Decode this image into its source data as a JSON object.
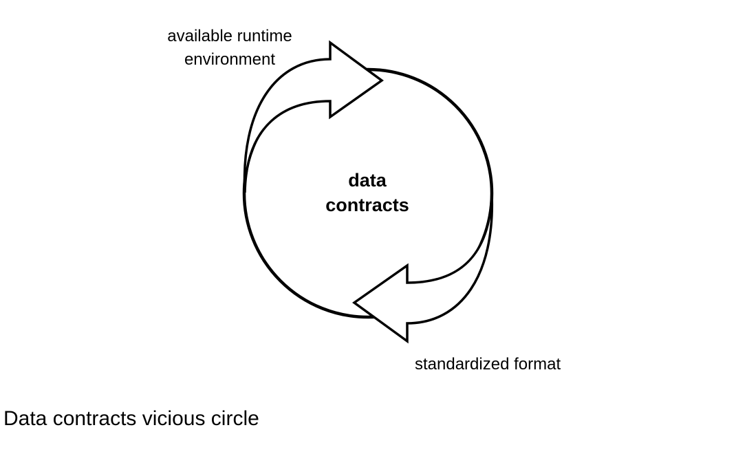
{
  "diagram": {
    "center_node": {
      "line1": "data",
      "line2": "contracts"
    },
    "edges": [
      {
        "name": "top-arrow",
        "label_line1": "available runtime",
        "label_line2": "environment"
      },
      {
        "name": "bottom-arrow",
        "label": "standardized format"
      }
    ],
    "stroke_color": "#000000",
    "fill_color": "#ffffff"
  },
  "caption": "Data contracts vicious circle"
}
